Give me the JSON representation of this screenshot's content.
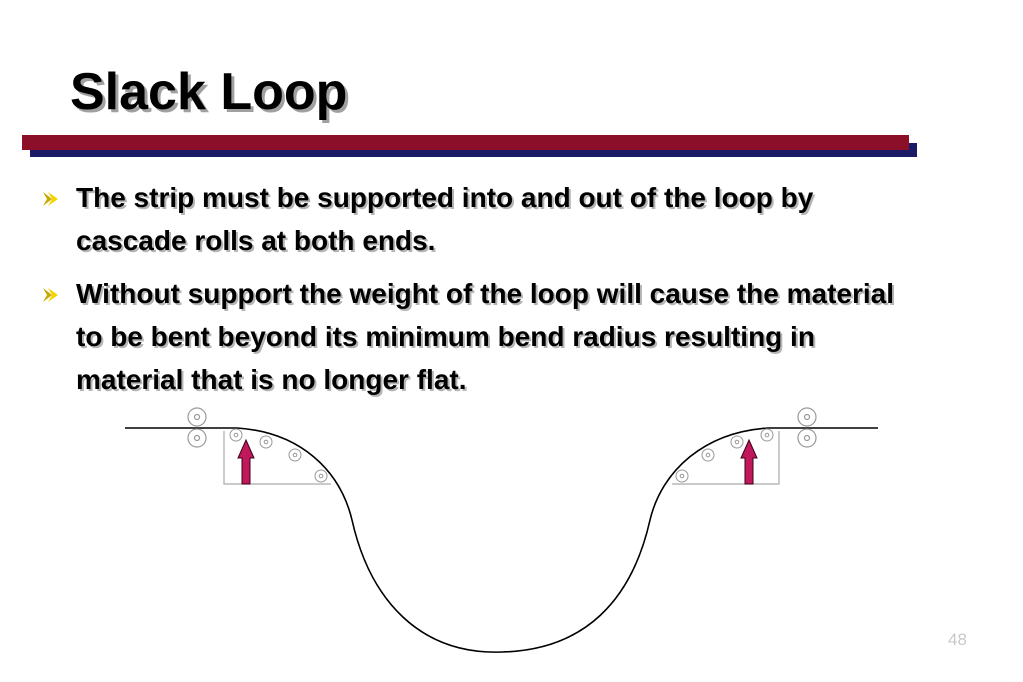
{
  "slide": {
    "title": "Slack Loop",
    "bullets": [
      "The strip must be supported into and out of the loop by cascade rolls at both ends.",
      "Without support the weight of the loop will cause the material to be bent beyond its minimum bend radius resulting in material that is no longer flat."
    ],
    "page_number": "48"
  },
  "colors": {
    "title_rule": "#8c0f2a",
    "title_rule_shadow": "#1a1a66",
    "bullet_arrow": "#e8c800",
    "support_arrow": "#c0185a",
    "strip_line": "#000000"
  },
  "icons": {
    "bullet": "chevron-right-icon",
    "support": "arrow-up-icon"
  }
}
